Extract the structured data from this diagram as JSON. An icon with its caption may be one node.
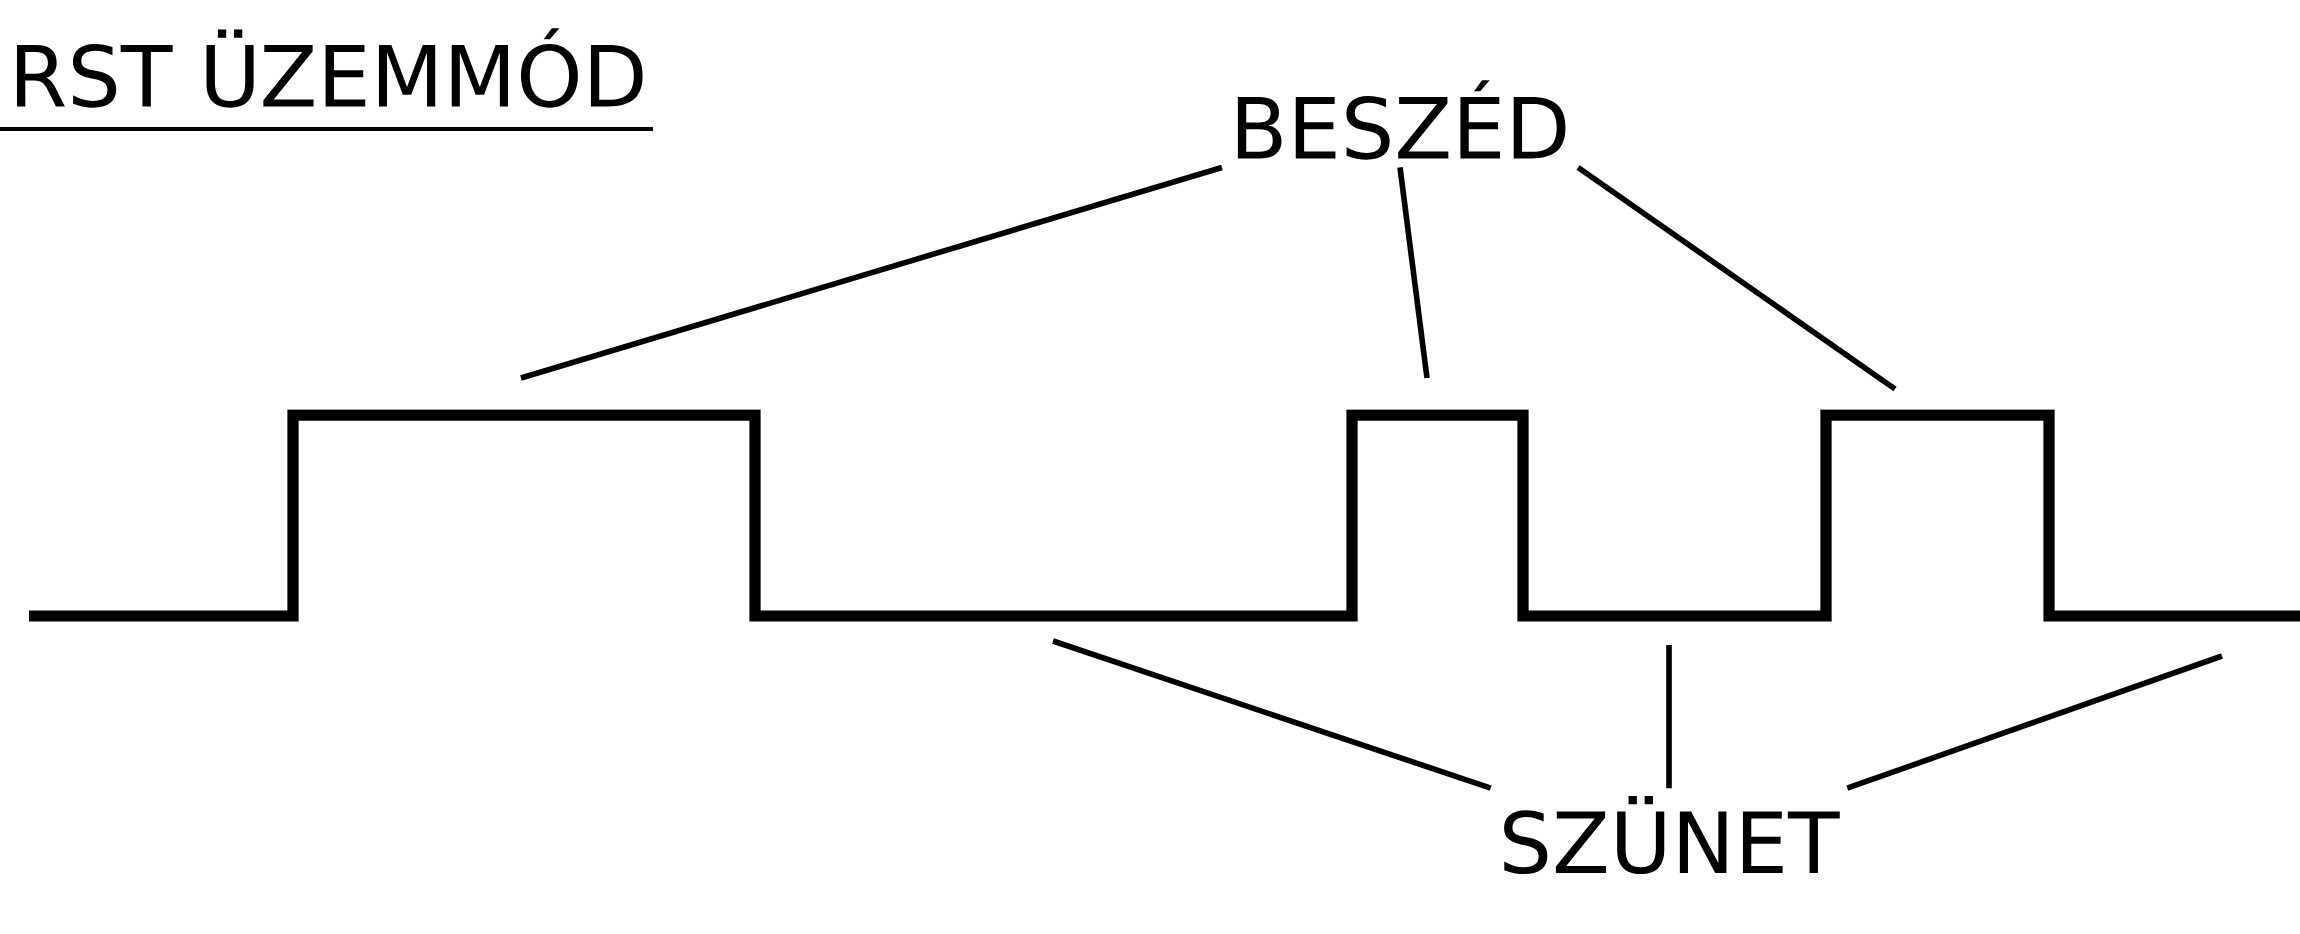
{
  "diagram": {
    "title": "RST ÜZEMMÓD",
    "nodes": [
      {
        "text": [
          "BESZÉD"
        ]
      },
      {
        "text": [
          "SZÜNET"
        ]
      }
    ],
    "edges": [
      {
        "from": 0,
        "to": null,
        "arrow": "none"
      },
      {
        "from": 0,
        "to": null,
        "arrow": "none"
      },
      {
        "from": 0,
        "to": null,
        "arrow": "none"
      },
      {
        "from": 1,
        "to": null,
        "arrow": "none"
      },
      {
        "from": 1,
        "to": null,
        "arrow": "none"
      },
      {
        "from": 1,
        "to": null,
        "arrow": "none"
      }
    ]
  }
}
